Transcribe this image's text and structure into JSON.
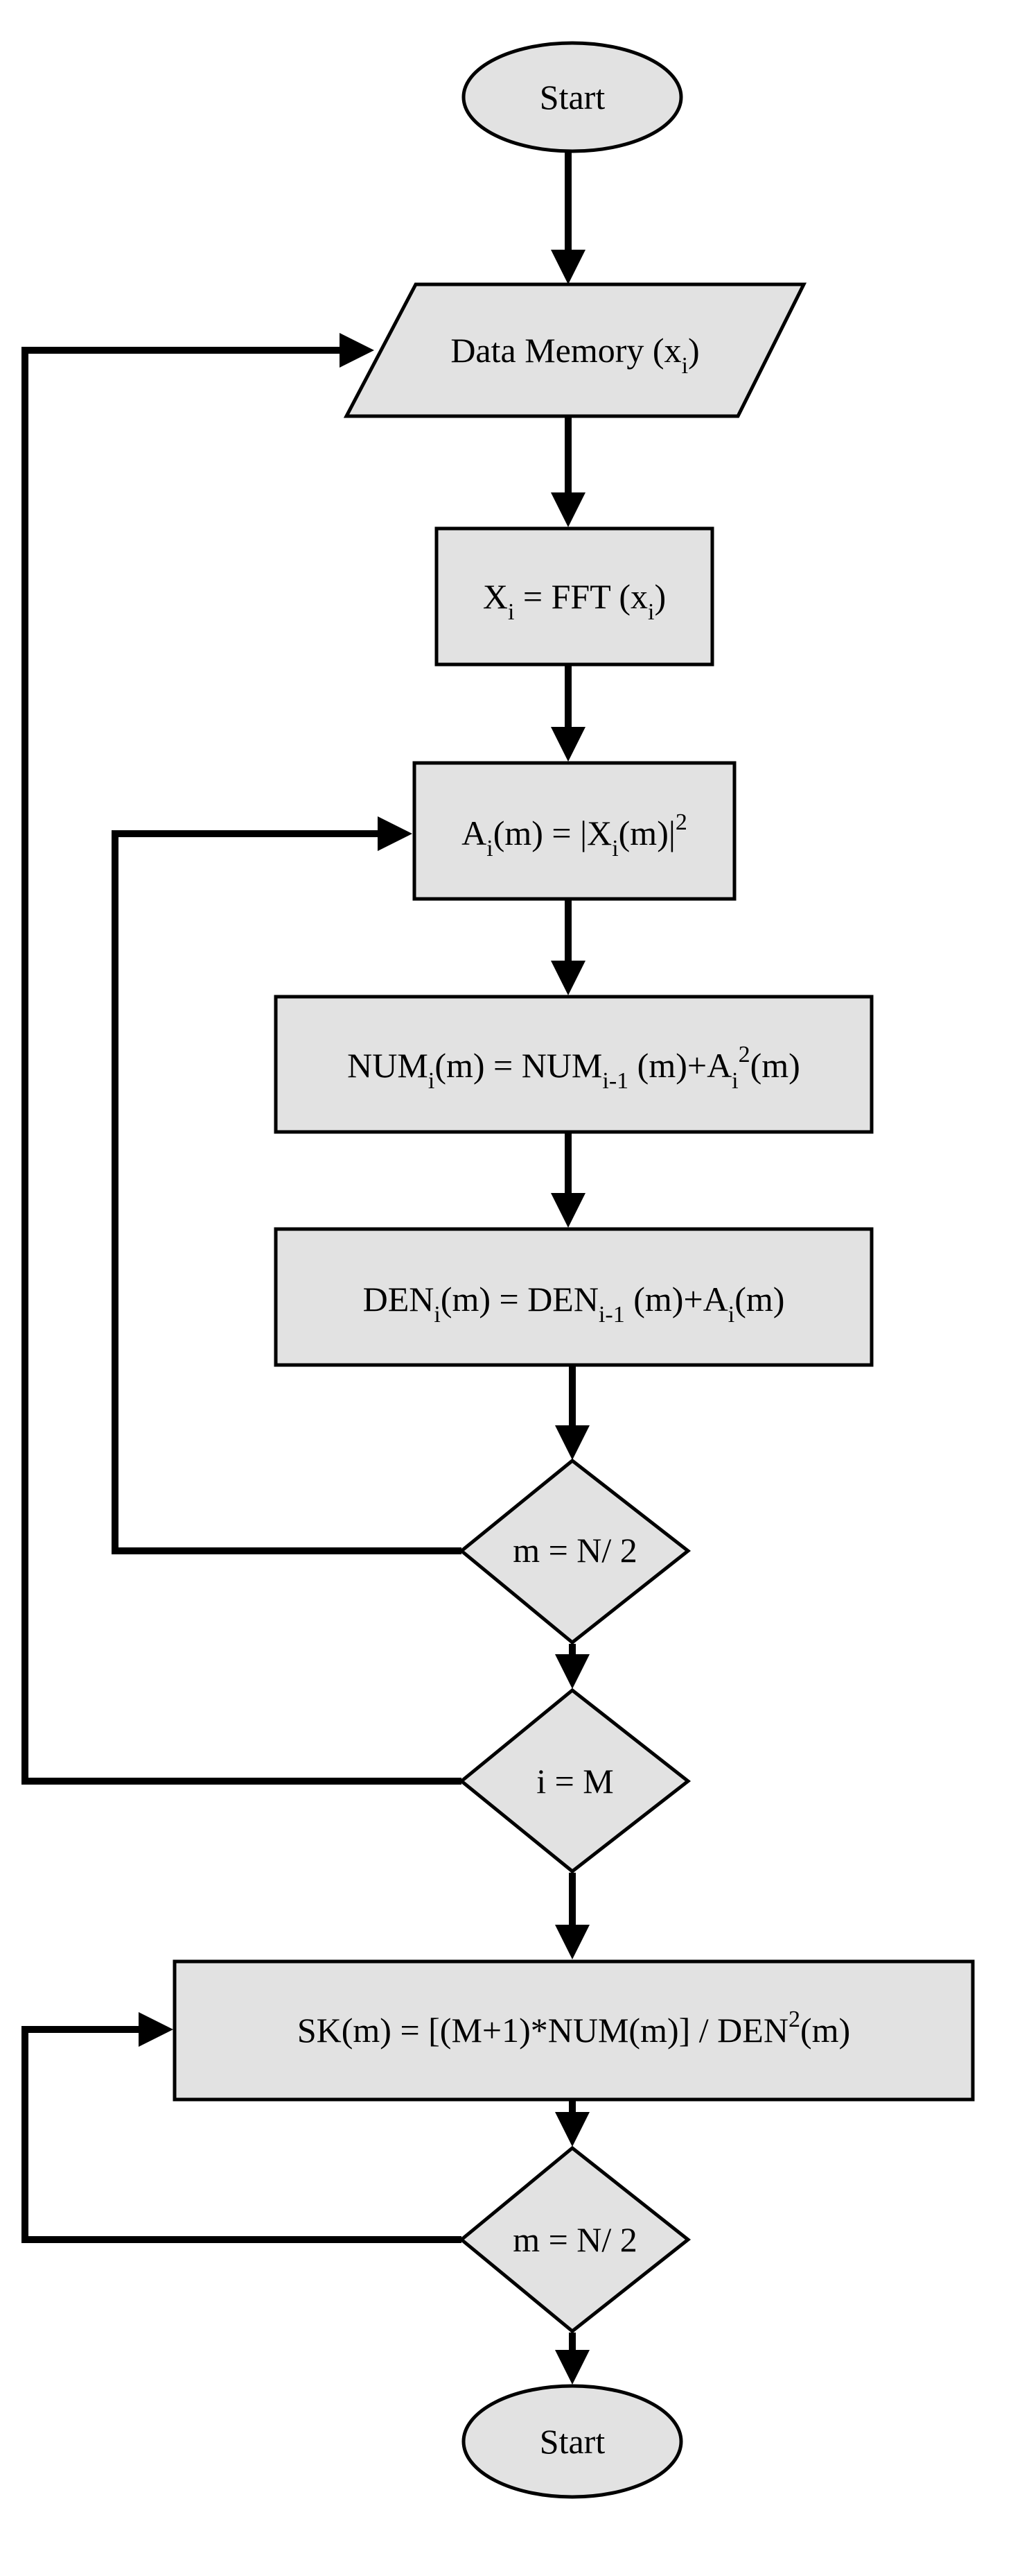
{
  "nodes": {
    "start": {
      "text": "Start"
    },
    "data_memory": {
      "base": "Data Memory (x",
      "sub": "i",
      "tail": ")"
    },
    "fft": {
      "p1": "X",
      "s1": "i",
      "p2": " = FFT (x",
      "s2": "i",
      "p3": ")"
    },
    "power": {
      "p1": "A",
      "s1": "i",
      "p2": "(m) = |X",
      "s2": "i",
      "p3": "(m)|",
      "sup": "2"
    },
    "num": {
      "p1": "NUM",
      "s1": "i",
      "p2": "(m) = NUM",
      "s2": "i-1",
      "p3": " (m)+A",
      "s3": "i",
      "sup": "2",
      "p4": "(m)"
    },
    "den": {
      "p1": "DEN",
      "s1": "i",
      "p2": "(m) = DEN",
      "s2": "i-1",
      "p3": " (m)+A",
      "s3": "i",
      "p4": "(m)"
    },
    "cond_m1": {
      "text": "m = N/ 2"
    },
    "cond_i": {
      "text": "i = M"
    },
    "sk": {
      "p1": "SK(m) = [(M+1)*NUM(m)] / DEN",
      "sup": "2",
      "p2": "(m)"
    },
    "cond_m2": {
      "text": "m = N/ 2"
    },
    "end": {
      "text": "Start"
    }
  },
  "colors": {
    "fill": "#e2e2e2",
    "stroke": "#000000"
  }
}
